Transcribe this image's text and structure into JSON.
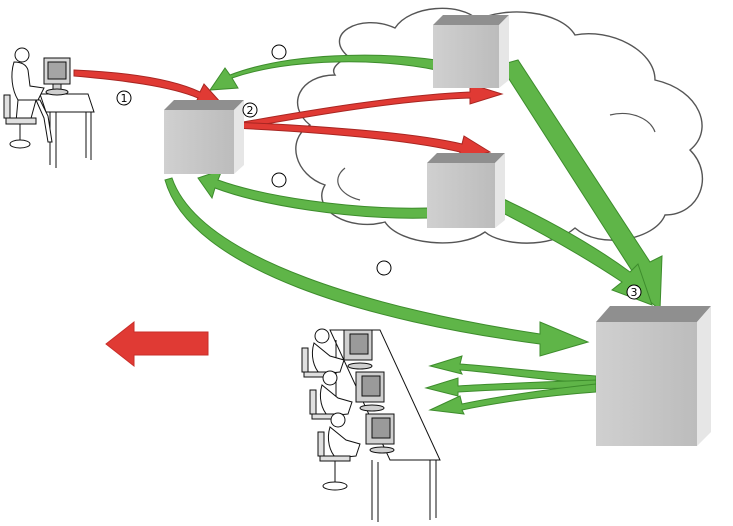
{
  "markers": {
    "m1": "1",
    "m2": "2",
    "m3": "3"
  },
  "colors": {
    "request_arrow": "#e03a34",
    "response_arrow": "#5fb548",
    "response_arrow_dark": "#3d8c2c",
    "server_front": "#c4c4c4",
    "server_top": "#8f8f8f",
    "server_side": "#e6e6e6",
    "cloud_stroke": "#555555"
  },
  "icons": {
    "user": "person-at-computer-icon",
    "server": "server-box-icon",
    "cloud": "network-cloud-icon",
    "operators": "operator-workstations-icon"
  }
}
